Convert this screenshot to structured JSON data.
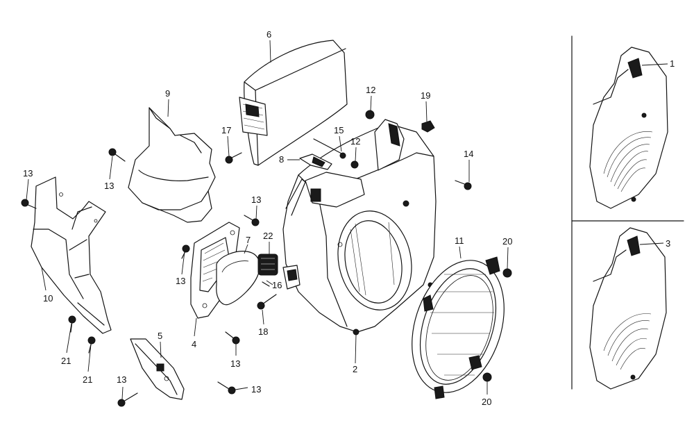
{
  "diagram": {
    "callouts": [
      {
        "id": "c6",
        "label": "6"
      },
      {
        "id": "c9",
        "label": "9"
      },
      {
        "id": "c12a",
        "label": "12"
      },
      {
        "id": "c19",
        "label": "19"
      },
      {
        "id": "c17",
        "label": "17"
      },
      {
        "id": "c15",
        "label": "15"
      },
      {
        "id": "c12b",
        "label": "12"
      },
      {
        "id": "c8",
        "label": "8"
      },
      {
        "id": "c14",
        "label": "14"
      },
      {
        "id": "c13a",
        "label": "13"
      },
      {
        "id": "c13b",
        "label": "13"
      },
      {
        "id": "c13c",
        "label": "13"
      },
      {
        "id": "c13d",
        "label": "13"
      },
      {
        "id": "c13e",
        "label": "13"
      },
      {
        "id": "c13f",
        "label": "13"
      },
      {
        "id": "c13g",
        "label": "13"
      },
      {
        "id": "c22",
        "label": "22"
      },
      {
        "id": "c7",
        "label": "7"
      },
      {
        "id": "c16",
        "label": "16"
      },
      {
        "id": "c18",
        "label": "18"
      },
      {
        "id": "c10",
        "label": "10"
      },
      {
        "id": "c4",
        "label": "4"
      },
      {
        "id": "c5",
        "label": "5"
      },
      {
        "id": "c21a",
        "label": "21"
      },
      {
        "id": "c21b",
        "label": "21"
      },
      {
        "id": "c11",
        "label": "11"
      },
      {
        "id": "c20a",
        "label": "20"
      },
      {
        "id": "c20b",
        "label": "20"
      },
      {
        "id": "c2",
        "label": "2"
      },
      {
        "id": "c1",
        "label": "1"
      },
      {
        "id": "c3",
        "label": "3"
      }
    ]
  }
}
